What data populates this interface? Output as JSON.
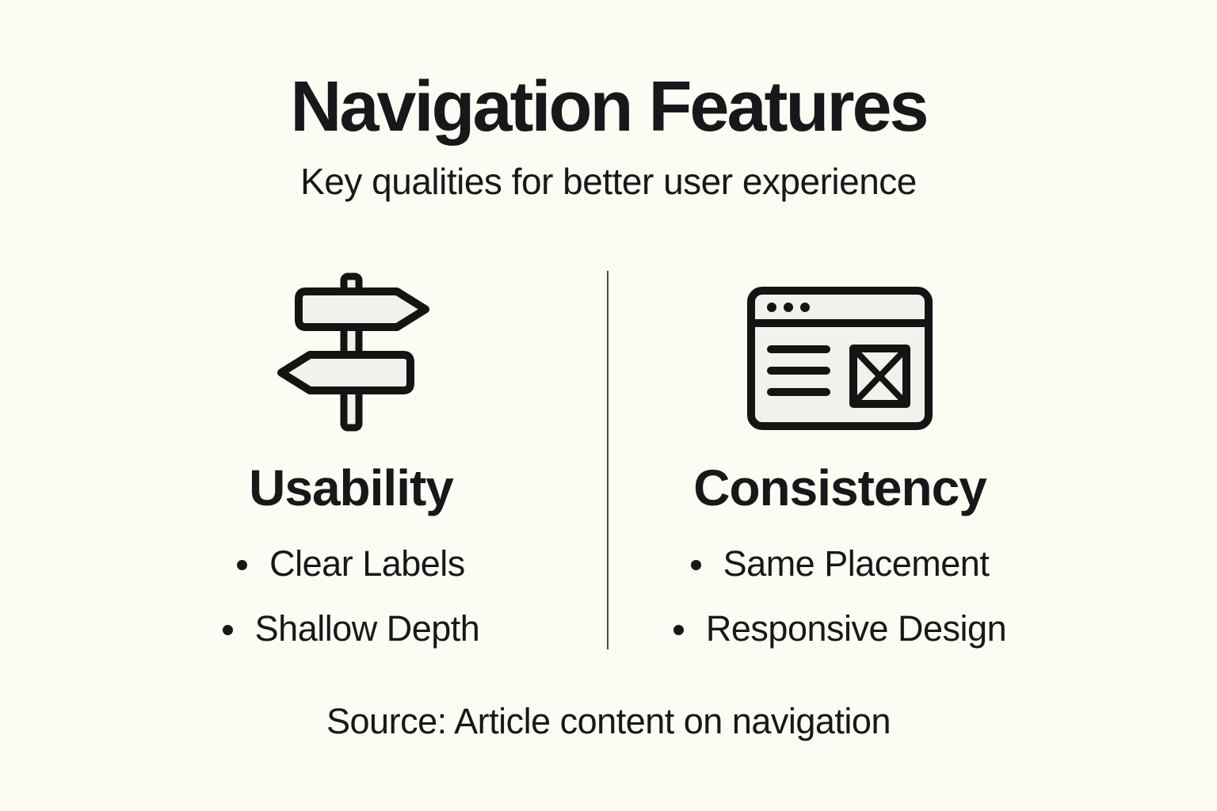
{
  "page": {
    "background": "#fcfcf4",
    "text_color": "#17181a",
    "divider_color": "#4a4a48",
    "icon_stroke": "#141414",
    "icon_fill": "#f2f1ec"
  },
  "header": {
    "title": "Navigation Features",
    "subtitle": "Key qualities for better user experience"
  },
  "columns": [
    {
      "icon": "signpost-icon",
      "heading": "Usability",
      "bullets": [
        "Clear Labels",
        "Shallow Depth"
      ]
    },
    {
      "icon": "browser-window-icon",
      "heading": "Consistency",
      "bullets": [
        "Same Placement",
        "Responsive Design"
      ]
    }
  ],
  "footer": {
    "source": "Source: Article content on navigation"
  }
}
